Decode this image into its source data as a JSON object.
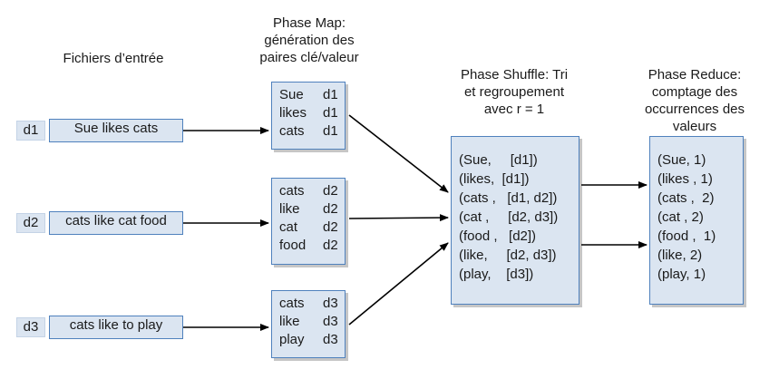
{
  "headings": {
    "input": [
      "Fichiers d’entrée"
    ],
    "map": [
      "Phase Map:",
      "génération des",
      "paires clé/valeur"
    ],
    "shuffle": [
      "Phase Shuffle: Tri",
      "et regroupement",
      "avec  r = 1"
    ],
    "reduce": [
      "Phase Reduce:",
      "comptage des",
      "occurrences des",
      "valeurs"
    ]
  },
  "documents": [
    {
      "label": "d1",
      "text": "Sue likes cats"
    },
    {
      "label": "d2",
      "text": "cats like cat food"
    },
    {
      "label": "d3",
      "text": "cats like to play"
    }
  ],
  "map_outputs": [
    [
      {
        "key": "Sue",
        "doc": "d1"
      },
      {
        "key": "likes",
        "doc": "d1"
      },
      {
        "key": "cats",
        "doc": "d1"
      }
    ],
    [
      {
        "key": "cats",
        "doc": "d2"
      },
      {
        "key": "like",
        "doc": "d2"
      },
      {
        "key": "cat",
        "doc": "d2"
      },
      {
        "key": "food",
        "doc": "d2"
      }
    ],
    [
      {
        "key": "cats",
        "doc": "d3"
      },
      {
        "key": "like",
        "doc": "d3"
      },
      {
        "key": "play",
        "doc": "d3"
      }
    ]
  ],
  "shuffle_output": [
    "(Sue,     [d1])",
    "(likes,  [d1])",
    "(cats ,   [d1, d2])",
    "(cat ,     [d2, d3])",
    "(food ,   [d2])",
    "(like,     [d2, d3])",
    "(play,    [d3])"
  ],
  "reduce_output": [
    "(Sue, 1)",
    "(likes , 1)",
    "(cats ,  2)",
    "(cat , 2)",
    "(food ,  1)",
    "(like, 2)",
    "(play, 1)"
  ],
  "colors": {
    "box_fill": "#dbe5f1",
    "box_border": "#4f81bd",
    "arrow": "#000000"
  }
}
